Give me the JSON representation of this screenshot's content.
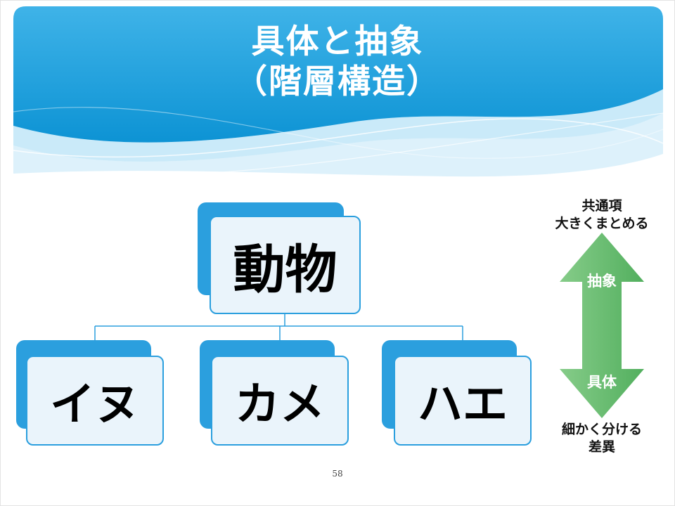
{
  "slide": {
    "title_lines": [
      "具体と抽象",
      "（階層構造）"
    ],
    "page_number": "58"
  },
  "hierarchy": {
    "root": {
      "label": "動物"
    },
    "children": [
      {
        "label": "イヌ"
      },
      {
        "label": "カメ"
      },
      {
        "label": "ハエ"
      }
    ]
  },
  "abstraction_arrow": {
    "top_caption_lines": [
      "共通項",
      "大きくまとめる"
    ],
    "inside_top_label": "抽象",
    "inside_bottom_label": "具体",
    "bottom_caption_lines": [
      "細かく分ける",
      "差異"
    ]
  },
  "colors": {
    "header_blue": "#1E9BD7",
    "node_accent_blue": "#2B9FDE",
    "node_fill": "#EAF4FB",
    "connector_blue": "#2B9FDE",
    "arrow_green": "#61B967"
  }
}
